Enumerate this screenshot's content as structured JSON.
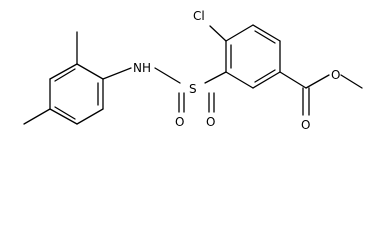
{
  "molecule": {
    "atoms": {
      "chlorine": "Cl",
      "amine": "NH",
      "sulfur": "S",
      "sulfonyl_oxygen_left": "O",
      "sulfonyl_oxygen_right": "O",
      "carbonyl_oxygen": "O",
      "ester_oxygen": "O"
    }
  }
}
